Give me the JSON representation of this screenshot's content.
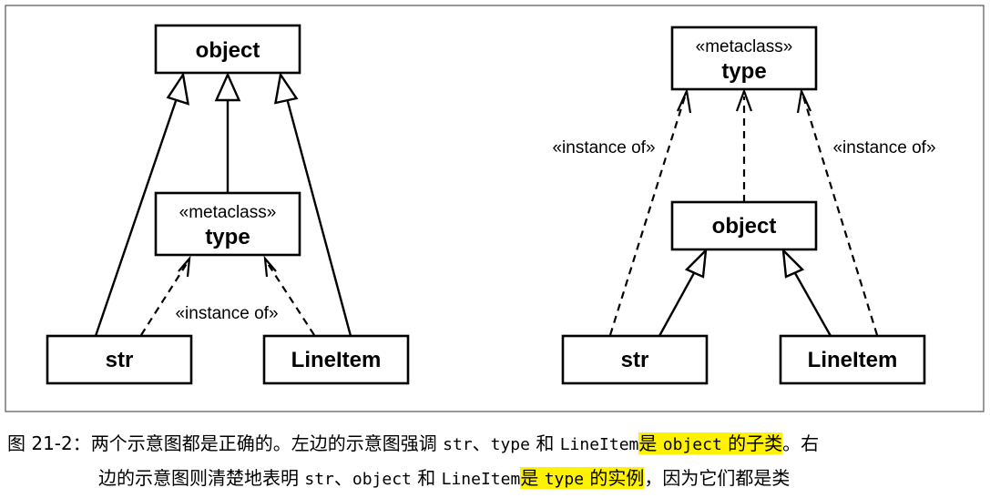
{
  "left_diagram": {
    "nodes": {
      "object": {
        "label": "object"
      },
      "type": {
        "stereotype": "«metaclass»",
        "label": "type"
      },
      "str": {
        "label": "str"
      },
      "lineitem": {
        "label": "LineItem"
      }
    },
    "instance_label": "«instance of»"
  },
  "right_diagram": {
    "nodes": {
      "type": {
        "stereotype": "«metaclass»",
        "label": "type"
      },
      "object": {
        "label": "object"
      },
      "str": {
        "label": "str"
      },
      "lineitem": {
        "label": "LineItem"
      }
    },
    "instance_label_left": "«instance of»",
    "instance_label_right": "«instance of»"
  },
  "caption": {
    "line1": {
      "prefix": "图 21-2：两个示意图都是正确的。左边的示意图强调 ",
      "code1": "str",
      "sep1": "、",
      "code2": "type",
      "and1": " 和 ",
      "code3": "LineItem",
      "hl_pre": "是 ",
      "hl_code": "object",
      "hl_post": " 的子类",
      "suffix": "。右"
    },
    "line2": {
      "prefix": "边的示意图则清楚地表明 ",
      "code1": "str",
      "sep1": "、",
      "code2": "object",
      "and1": " 和 ",
      "code3": "LineItem",
      "hl_pre": "是 ",
      "hl_code": "type",
      "hl_post": " 的实例",
      "suffix": "，因为它们都是类"
    }
  }
}
